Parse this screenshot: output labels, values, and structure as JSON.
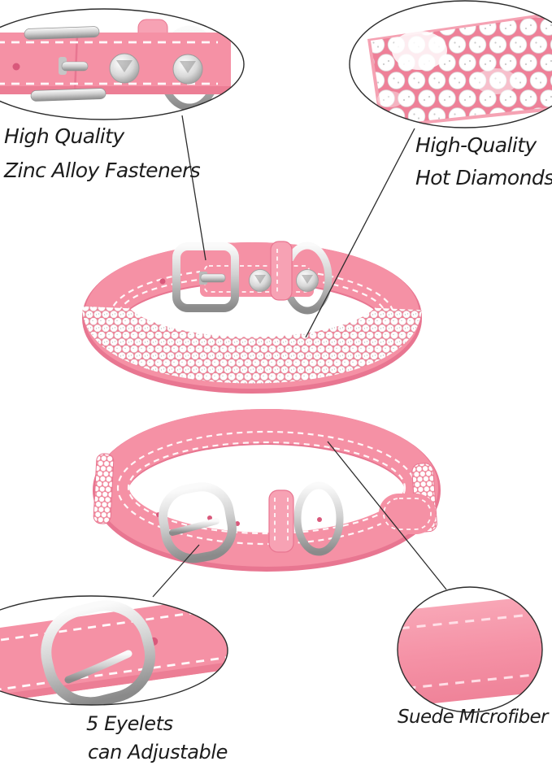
{
  "scene": {
    "subject": "pink suede rhinestone pet collar, front and back views with four detail callouts",
    "views": {
      "front": "collar front view with crystal rhinestone band and buckle hardware",
      "back": "collar back view with buckle, keeper loop, D-ring and eyelet holes"
    }
  },
  "callouts": {
    "top_left": {
      "feature": "zinc-alloy-buckle-closeup",
      "lines": [
        "High Quality",
        "Zinc Alloy Fasteners"
      ]
    },
    "top_right": {
      "feature": "rhinestone-closeup",
      "lines": [
        "High-Quality",
        "Hot Diamonds"
      ]
    },
    "bottom_left": {
      "feature": "eyelet-buckle-closeup",
      "lines": [
        "5 Eyelets",
        "can Adjustable"
      ]
    },
    "bottom_right": {
      "feature": "suede-material-closeup",
      "lines": [
        "Suede Microfiber"
      ]
    }
  },
  "colors": {
    "background": "#ffffff",
    "collar_pink": "#f591a5",
    "collar_pink_dark": "#e87691",
    "collar_pink_light": "#f7a2b4",
    "rhinestone_backing": "#ee8098",
    "rhinestone_white": "#ffffff",
    "hardware_silver": "#c9c9c9",
    "eyelet_pink": "#d9587b",
    "annotation_line": "#2c2c2c",
    "text": "#1c1c1c"
  }
}
